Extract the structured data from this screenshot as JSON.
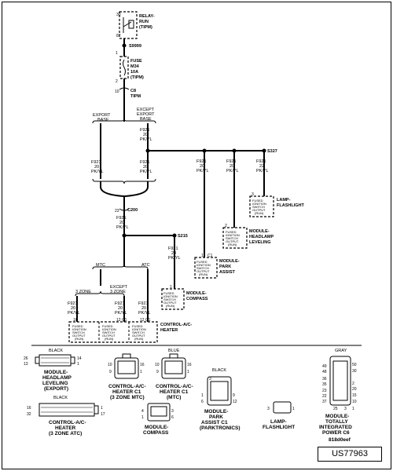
{
  "relay": {
    "pin30": "30",
    "pin87": "87",
    "name": "RELAY-",
    "sub1": "RUN",
    "sub2": "(TIPM)"
  },
  "splice_s9999": "S9999",
  "fuse": {
    "pin1": "1",
    "pin2": "2",
    "label": "FUSE",
    "id": "M34",
    "rating": "10A",
    "sub": "(TIPM)"
  },
  "c8": {
    "pin": "10",
    "name": "C8",
    "sub": "TIPM"
  },
  "branches": {
    "export": {
      "line1": "EXPORT",
      "line2": "BASE"
    },
    "except": {
      "line1": "EXCEPT",
      "line2": "EXPORT",
      "line3": "BASE"
    }
  },
  "wire": {
    "circuit": "F921",
    "gauge": "20",
    "gauge22": "22",
    "color": "PK/YL"
  },
  "splice_s327": "S327",
  "c200": {
    "pin": "23",
    "name": "C200"
  },
  "splice_s215": "S215",
  "mtc": "MTC",
  "atc": "ATC",
  "zone3": "3 ZONE",
  "except3": {
    "line1": "EXCEPT",
    "line2": "3 ZONE"
  },
  "fused": {
    "l1": "FUSED",
    "l2": "IGNITION",
    "l3": "SWITCH",
    "l4": "OUTPUT",
    "l5": "(RUN)"
  },
  "modules": {
    "flashlight": {
      "pin": "3",
      "l1": "LAMP-",
      "l2": "FLASHLIGHT"
    },
    "headlamp": {
      "pin": "2",
      "l1": "MODULE-",
      "l2": "HEADLAMP",
      "l3": "LEVELING"
    },
    "park": {
      "pin": "1",
      "conn": "C1",
      "l1": "MODULE-",
      "l2": "PARK",
      "l3": "ASSIST"
    },
    "compass": {
      "pin": "1",
      "l1": "MODULE-",
      "l2": "COMPASS"
    },
    "heater": {
      "pin1": "16",
      "pin2": "12",
      "pin3": "12",
      "c1": "C1",
      "c2": "C1",
      "l1": "CONTROL-A/C-",
      "l2": "HEATER"
    }
  },
  "connectors": {
    "headlamp": {
      "color": "BLACK",
      "p1": "26",
      "p2": "13",
      "p3": "14",
      "p4": "1",
      "l1": "MODULE-",
      "l2": "HEADLAMP",
      "l3": "LEVELING",
      "l4": "(EXPORT)"
    },
    "heater3z": {
      "p1": "10",
      "p2": "9",
      "p3": "16",
      "p4": "1",
      "l1": "CONTROL-A/C-",
      "l2": "HEATER C1",
      "l3": "(3 ZONE MTC)"
    },
    "heatermtc": {
      "color": "BLUE",
      "p1": "10",
      "p2": "9",
      "p3": "16",
      "p4": "1",
      "l1": "CONTROL-A/C-",
      "l2": "HEATER C1",
      "l3": "(MTC)"
    },
    "heateratc": {
      "color": "BLACK",
      "p1": "16",
      "p2": "32",
      "p3": "1",
      "p4": "17",
      "l1": "CONTROL-A/C-",
      "l2": "HEATER",
      "l3": "(3 ZONE ATC)"
    },
    "compass": {
      "p1": "4",
      "p2": "1",
      "p3": "3",
      "p4": "6",
      "l1": "MODULE-",
      "l2": "COMPASS"
    },
    "park": {
      "color": "BLACK",
      "p1": "1",
      "p2": "9",
      "p3": "6",
      "p4": "12",
      "p5": "3",
      "l1": "MODULE-",
      "l2": "PARK",
      "l3": "ASSIST C1",
      "l4": "(PARKTRONICS)"
    },
    "flashlight": {
      "p1": "3",
      "p2": "1",
      "l1": "LAMP-",
      "l2": "FLASHLIGHT"
    },
    "tipm": {
      "color": "GRAY",
      "p1": "49",
      "p2": "48",
      "p3": "36",
      "p4": "35",
      "p5": "23",
      "p6": "22",
      "p7": "50",
      "p8": "37",
      "p9": "30",
      "p10": "2",
      "p11": "20",
      "p12": "15",
      "p13": "25",
      "p14": "10",
      "p15": "1",
      "p16": "3",
      "l1": "MODULE-",
      "l2": "TOTALLY",
      "l3": "INTEGRATED",
      "l4": "POWER C6",
      "code": "818d0eef"
    }
  },
  "ref_id": "US77963"
}
